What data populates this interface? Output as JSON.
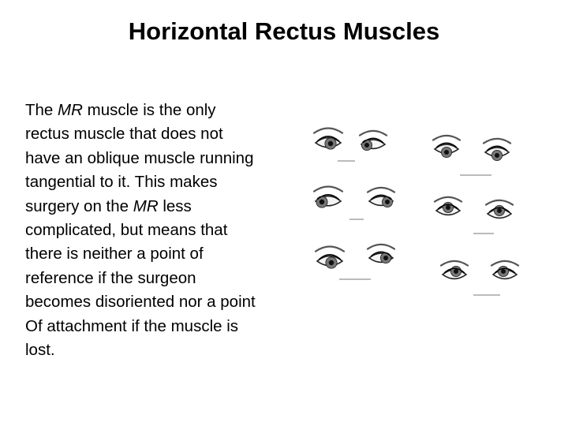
{
  "slide": {
    "title": "Horizontal Rectus Muscles",
    "body_lines": [
      [
        {
          "t": "The "
        },
        {
          "t": "MR",
          "i": true
        },
        {
          "t": " muscle is the only"
        }
      ],
      [
        {
          "t": "rectus muscle that does not"
        }
      ],
      [
        {
          "t": "have an oblique muscle running"
        }
      ],
      [
        {
          "t": "tangential to it. This makes"
        }
      ],
      [
        {
          "t": "surgery on the "
        },
        {
          "t": "MR",
          "i": true
        },
        {
          "t": " less"
        }
      ],
      [
        {
          "t": "complicated, but means that"
        }
      ],
      [
        {
          "t": "there is neither a point of"
        }
      ],
      [
        {
          "t": "reference if the surgeon"
        }
      ],
      [
        {
          "t": "becomes disoriented nor a point"
        }
      ],
      [
        {
          "t": "Of attachment if the muscle is"
        }
      ],
      [
        {
          "t": "lost."
        }
      ]
    ]
  },
  "figure": {
    "icon": "eye-positions-diagram"
  }
}
